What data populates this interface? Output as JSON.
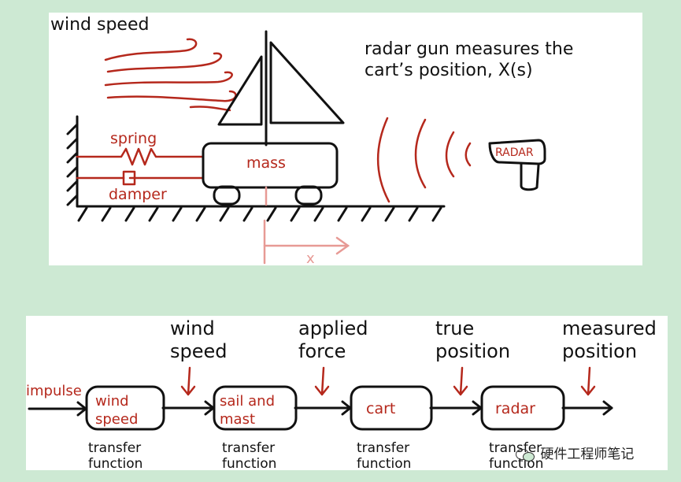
{
  "top": {
    "wind_label": "wind speed",
    "radar_caption_line1": "radar gun measures the",
    "radar_caption_line2": "cart’s position, X(s)",
    "spring_label": "spring",
    "damper_label": "damper",
    "mass_label": "mass",
    "radar_label": "RADAR",
    "x_label": "x"
  },
  "bottom": {
    "input_label": "impulse",
    "inputs": [
      {
        "line1": "wind",
        "line2": "speed"
      },
      {
        "line1": "applied",
        "line2": "force"
      },
      {
        "line1": "true",
        "line2": "position"
      },
      {
        "line1": "measured",
        "line2": "position"
      }
    ],
    "blocks": [
      {
        "line1": "wind",
        "line2": "speed",
        "caption1": "transfer",
        "caption2": "function"
      },
      {
        "line1": "sail and",
        "line2": "mast",
        "caption1": "transfer",
        "caption2": "function"
      },
      {
        "line1": "cart",
        "line2": "",
        "caption1": "transfer",
        "caption2": "function"
      },
      {
        "line1": "radar",
        "line2": "",
        "caption1": "transfer",
        "caption2": "function"
      }
    ]
  },
  "watermark": "硬件工程师笔记",
  "colors": {
    "accent_red": "#b5281c",
    "ink": "#111111",
    "pink": "#e79a95",
    "background": "#cde9d3"
  }
}
